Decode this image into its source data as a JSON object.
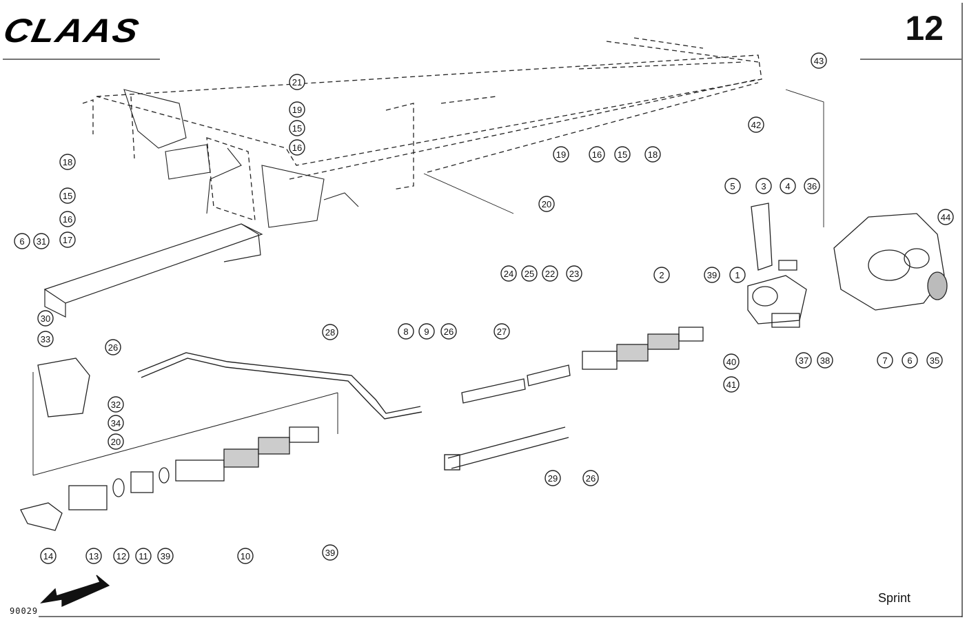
{
  "header": {
    "brand": "CLAAS",
    "page_number": "12"
  },
  "footer": {
    "drawing_number": "90029",
    "model": "Sprint"
  },
  "callouts": [
    {
      "label": "43"
    },
    {
      "label": "42"
    },
    {
      "label": "21"
    },
    {
      "label": "19"
    },
    {
      "label": "15"
    },
    {
      "label": "16"
    },
    {
      "label": "18"
    },
    {
      "label": "15"
    },
    {
      "label": "16"
    },
    {
      "label": "17"
    },
    {
      "label": "6"
    },
    {
      "label": "31"
    },
    {
      "label": "19"
    },
    {
      "label": "16"
    },
    {
      "label": "15"
    },
    {
      "label": "18"
    },
    {
      "label": "20"
    },
    {
      "label": "24"
    },
    {
      "label": "25"
    },
    {
      "label": "22"
    },
    {
      "label": "23"
    },
    {
      "label": "5"
    },
    {
      "label": "3"
    },
    {
      "label": "4"
    },
    {
      "label": "36"
    },
    {
      "label": "44"
    },
    {
      "label": "2"
    },
    {
      "label": "39"
    },
    {
      "label": "1"
    },
    {
      "label": "30"
    },
    {
      "label": "33"
    },
    {
      "label": "26"
    },
    {
      "label": "28"
    },
    {
      "label": "8"
    },
    {
      "label": "9"
    },
    {
      "label": "26"
    },
    {
      "label": "27"
    },
    {
      "label": "40"
    },
    {
      "label": "41"
    },
    {
      "label": "37"
    },
    {
      "label": "38"
    },
    {
      "label": "7"
    },
    {
      "label": "6"
    },
    {
      "label": "35"
    },
    {
      "label": "32"
    },
    {
      "label": "34"
    },
    {
      "label": "20"
    },
    {
      "label": "29"
    },
    {
      "label": "26"
    },
    {
      "label": "14"
    },
    {
      "label": "13"
    },
    {
      "label": "12"
    },
    {
      "label": "11"
    },
    {
      "label": "39"
    },
    {
      "label": "10"
    },
    {
      "label": "39"
    }
  ]
}
